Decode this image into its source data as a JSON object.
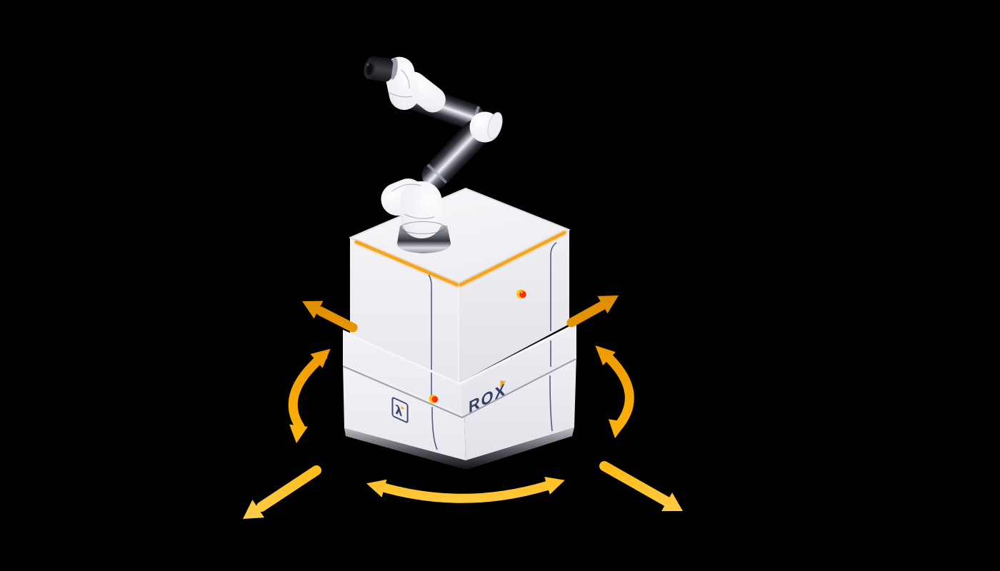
{
  "scene": {
    "description": "Product render of a white cube-shaped autonomous mobile robot (ROX) with a collaborative robot arm on top, surrounded by orange arrows showing omnidirectional movement and rotation",
    "background_color": "#000000"
  },
  "robot": {
    "brand_label": "ROX",
    "badge_glyph": "λ",
    "colors": {
      "body": "#F1F1F5",
      "body_top": "#F7F7F9",
      "accent_strip": "#F6A41D",
      "seam": "#3C4470",
      "logo_text": "#333E68",
      "logo_accent": "#F6A41D",
      "led_red": "#FF2B00",
      "led_ring": "#FFC400",
      "arm_joint_white": "#F4F4F8",
      "arm_tube_dark": "#26262E",
      "chrome": "#9B9CA6"
    },
    "parts": [
      "arm-end-effector",
      "arm-wrist-joint",
      "arm-forearm-tube",
      "arm-elbow-joint",
      "arm-upper-tube",
      "arm-shoulder-joint",
      "arm-base-mount",
      "top-led-strip",
      "body-status-led",
      "base-status-led",
      "lambda-badge",
      "brand-logo"
    ]
  },
  "arrows": {
    "color_dark": "#D98A00",
    "color_mid": "#F5A300",
    "color_light": "#FFCF52",
    "items": [
      {
        "name": "motion-arrow-up-left",
        "type": "straight",
        "direction": "up-left"
      },
      {
        "name": "motion-arrow-up-right",
        "type": "straight",
        "direction": "up-right"
      },
      {
        "name": "motion-arrow-down-left",
        "type": "straight",
        "direction": "down-left"
      },
      {
        "name": "motion-arrow-down-right",
        "type": "straight",
        "direction": "down-right"
      },
      {
        "name": "motion-arrow-rotate-left",
        "type": "curved",
        "direction": "rotate-left-side"
      },
      {
        "name": "motion-arrow-rotate-right",
        "type": "curved",
        "direction": "rotate-right-side"
      },
      {
        "name": "motion-arrow-rotate-bottom",
        "type": "curved",
        "direction": "rotate-bottom"
      }
    ]
  }
}
